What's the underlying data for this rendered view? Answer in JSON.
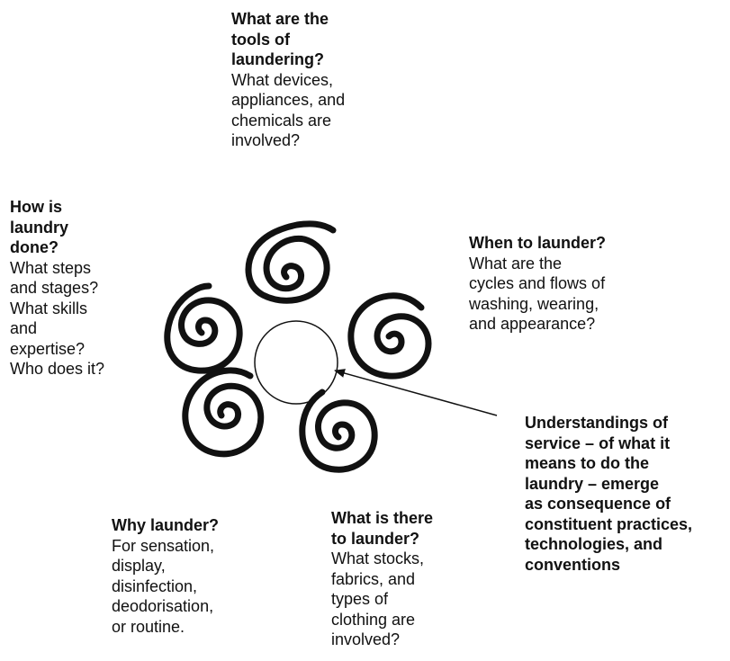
{
  "tools": {
    "question": "What are the\ntools of\nlaundering?",
    "detail": "What devices,\nappliances, and\nchemicals are\ninvolved?"
  },
  "how": {
    "question": "How is\nlaundry\ndone?",
    "detail": "What steps\nand stages?\nWhat skills\nand\nexpertise?\nWho does it?"
  },
  "when": {
    "question": "When to launder?",
    "detail": "What are the\ncycles and flows of\nwashing, wearing,\nand appearance?"
  },
  "why": {
    "question": "Why launder?",
    "detail": "For sensation,\ndisplay,\ndisinfection,\ndeodorisation,\nor routine."
  },
  "what": {
    "question": "What is there\nto launder?",
    "detail": "What stocks,\nfabrics, and\ntypes of\nclothing are\ninvolved?"
  },
  "understandings": "Understandings of\nservice – of what it\nmeans to do the\nlaundry – emerge\nas consequence of\nconstituent practices,\ntechnologies, and\nconventions"
}
